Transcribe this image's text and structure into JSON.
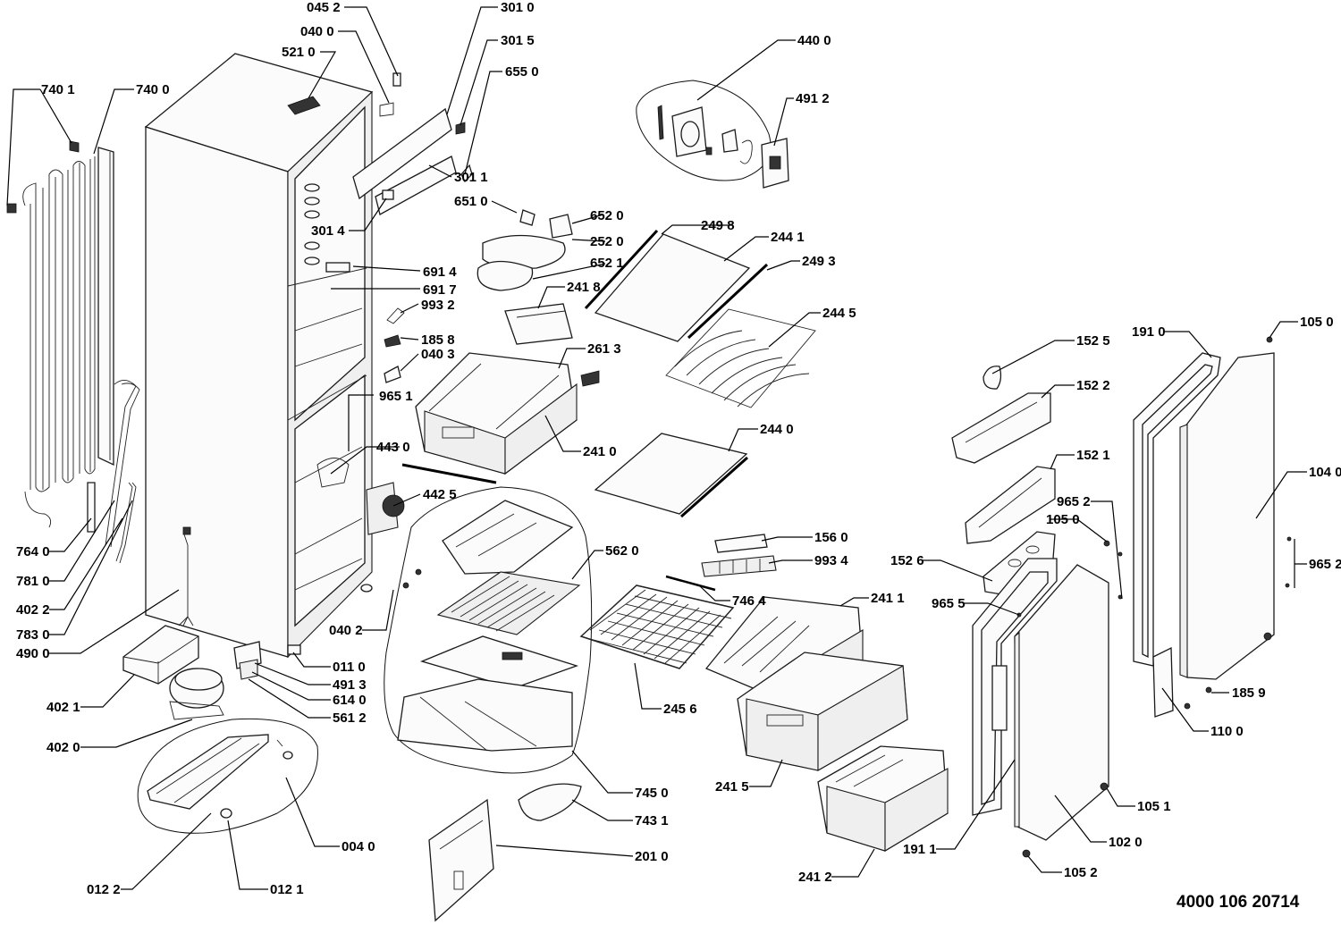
{
  "drawing_number": "4000 106 20714",
  "callouts": [
    {
      "id": "c0452",
      "text": "045 2"
    },
    {
      "id": "c0400",
      "text": "040 0"
    },
    {
      "id": "c5210",
      "text": "521 0"
    },
    {
      "id": "c7401",
      "text": "740 1"
    },
    {
      "id": "c7400",
      "text": "740 0"
    },
    {
      "id": "c3010",
      "text": "301 0"
    },
    {
      "id": "c3015",
      "text": "301 5"
    },
    {
      "id": "c6550",
      "text": "655 0"
    },
    {
      "id": "c3011",
      "text": "301 1"
    },
    {
      "id": "c3014",
      "text": "301 4"
    },
    {
      "id": "c6510",
      "text": "651 0"
    },
    {
      "id": "c6520",
      "text": "652 0"
    },
    {
      "id": "c2520",
      "text": "252 0"
    },
    {
      "id": "c6521",
      "text": "652 1"
    },
    {
      "id": "c6914",
      "text": "691 4"
    },
    {
      "id": "c6917",
      "text": "691 7"
    },
    {
      "id": "c9932",
      "text": "993 2"
    },
    {
      "id": "c1858",
      "text": "185 8"
    },
    {
      "id": "c0403",
      "text": "040 3"
    },
    {
      "id": "c9651",
      "text": "965 1"
    },
    {
      "id": "c4430",
      "text": "443 0"
    },
    {
      "id": "c4425",
      "text": "442 5"
    },
    {
      "id": "c7640",
      "text": "764 0"
    },
    {
      "id": "c7810",
      "text": "781 0"
    },
    {
      "id": "c4022",
      "text": "402 2"
    },
    {
      "id": "c7830",
      "text": "783 0"
    },
    {
      "id": "c4900",
      "text": "490 0"
    },
    {
      "id": "c0402",
      "text": "040 2"
    },
    {
      "id": "c0110",
      "text": "011 0"
    },
    {
      "id": "c4913",
      "text": "491 3"
    },
    {
      "id": "c6140",
      "text": "614 0"
    },
    {
      "id": "c5612",
      "text": "561 2"
    },
    {
      "id": "c4021",
      "text": "402 1"
    },
    {
      "id": "c4020",
      "text": "402 0"
    },
    {
      "id": "c0040",
      "text": "004 0"
    },
    {
      "id": "c0122",
      "text": "012 2"
    },
    {
      "id": "c0121",
      "text": "012 1"
    },
    {
      "id": "c4400",
      "text": "440 0"
    },
    {
      "id": "c4912",
      "text": "491 2"
    },
    {
      "id": "c2498",
      "text": "249 8"
    },
    {
      "id": "c2441",
      "text": "244 1"
    },
    {
      "id": "c2493",
      "text": "249 3"
    },
    {
      "id": "c2418",
      "text": "241 8"
    },
    {
      "id": "c2445",
      "text": "244 5"
    },
    {
      "id": "c2613",
      "text": "261 3"
    },
    {
      "id": "c2410",
      "text": "241 0"
    },
    {
      "id": "c2440",
      "text": "244 0"
    },
    {
      "id": "c5620",
      "text": "562 0"
    },
    {
      "id": "c1560",
      "text": "156 0"
    },
    {
      "id": "c9934",
      "text": "993 4"
    },
    {
      "id": "c7464",
      "text": "746 4"
    },
    {
      "id": "c2411",
      "text": "241 1"
    },
    {
      "id": "c2456",
      "text": "245 6"
    },
    {
      "id": "c2415",
      "text": "241 5"
    },
    {
      "id": "c7450",
      "text": "745 0"
    },
    {
      "id": "c7431",
      "text": "743 1"
    },
    {
      "id": "c2010",
      "text": "201 0"
    },
    {
      "id": "c2412",
      "text": "241 2"
    },
    {
      "id": "c1525",
      "text": "152 5"
    },
    {
      "id": "c1522",
      "text": "152 2"
    },
    {
      "id": "c1521",
      "text": "152 1"
    },
    {
      "id": "c9652a",
      "text": "965 2"
    },
    {
      "id": "c1050a",
      "text": "105 0"
    },
    {
      "id": "c1526",
      "text": "152 6"
    },
    {
      "id": "c9655",
      "text": "965 5"
    },
    {
      "id": "c1910",
      "text": "191 0"
    },
    {
      "id": "c1050b",
      "text": "105 0"
    },
    {
      "id": "c1040",
      "text": "104 0"
    },
    {
      "id": "c9652b",
      "text": "965 2"
    },
    {
      "id": "c1859",
      "text": "185 9"
    },
    {
      "id": "c1100",
      "text": "110 0"
    },
    {
      "id": "c1051",
      "text": "105 1"
    },
    {
      "id": "c1911",
      "text": "191 1"
    },
    {
      "id": "c1020",
      "text": "102 0"
    },
    {
      "id": "c1052",
      "text": "105 2"
    }
  ]
}
